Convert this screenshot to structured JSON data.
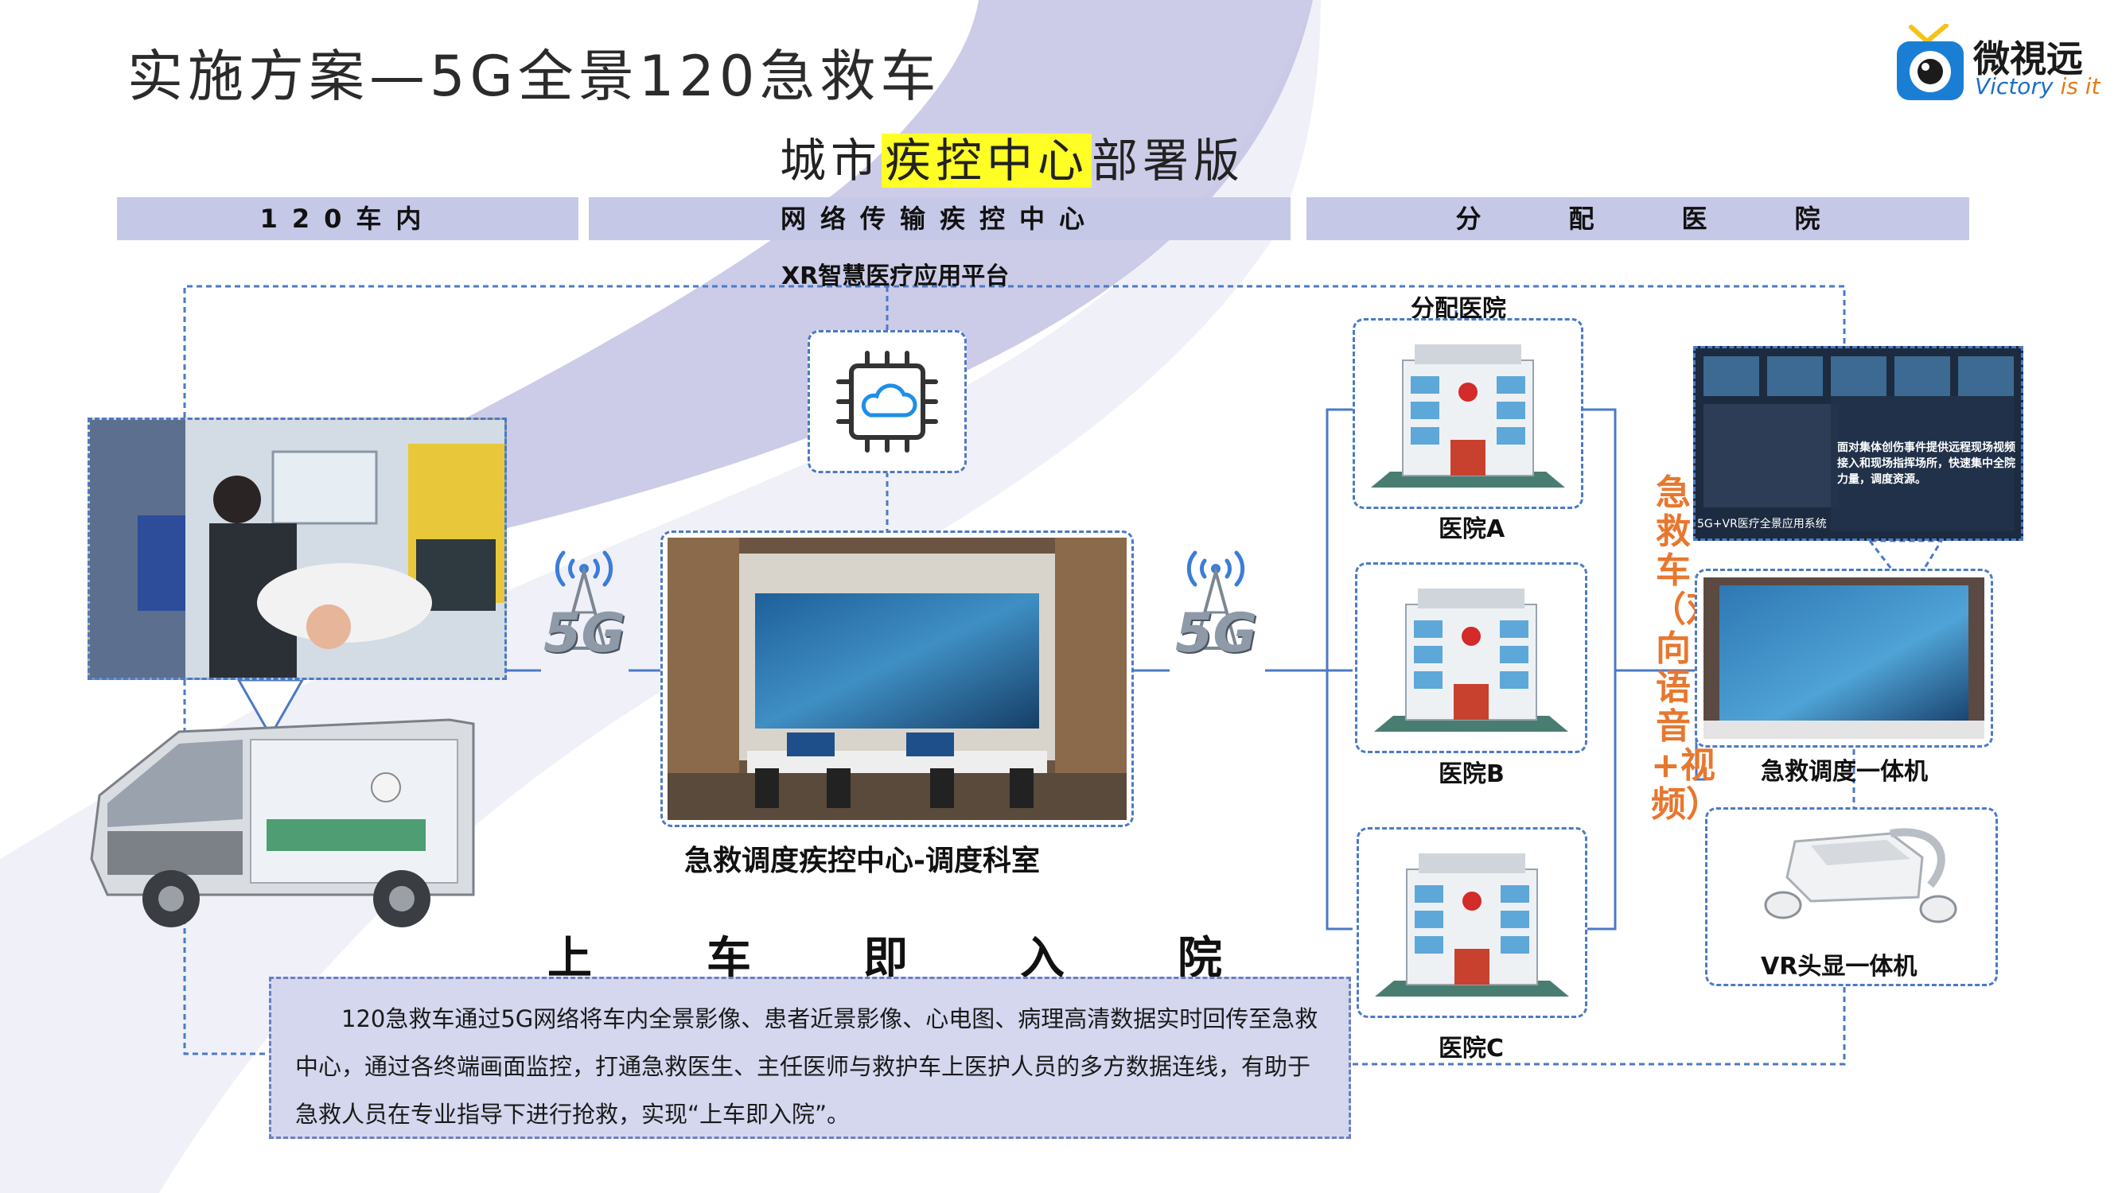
{
  "title": "实施方案—5G全景120急救车",
  "subtitle": {
    "before": "城市",
    "highlight": "疾控中心",
    "after": "部署版"
  },
  "logo": {
    "name": "微視远",
    "slogan_a": "Victory",
    "slogan_b": "is it"
  },
  "bands": [
    "120车内",
    "网络传输疾控中心",
    "分配医院"
  ],
  "platform_label": "XR智慧医疗应用平台",
  "dispatch_label": "急救调度疾控中心-调度科室",
  "hospital_group_label": "分配医院",
  "hospitals": [
    "医院A",
    "医院B",
    "医院C"
  ],
  "vertical_label": "急救车（双向语音+视频）",
  "terminals": [
    "急救调度一体机",
    "VR头显一体机"
  ],
  "network_badge": "5G",
  "slogan": [
    "上",
    "车",
    "即",
    "入",
    "院"
  ],
  "description": "120急救车通过5G网络将车内全景影像、患者近景影像、心电图、病理高清数据实时回传至急救中心，通过各终端画面监控，打通急救医生、主任医师与救护车上医护人员的多方数据连线，有助于急救人员在专业指导下进行抢救，实现“上车即入院”。",
  "screen_caption": "面对集体创伤事件提供远程现场视频接入和现场指挥场所，快速集中全院力量，调度资源。",
  "screen_footer": "5G+VR医疗全景应用系统",
  "colors": {
    "accent": "#4b7ac6",
    "band": "#c5c8e6",
    "highlight": "#ffff26",
    "vertical": "#e8772e",
    "swoosh": "#c9c9e6"
  }
}
